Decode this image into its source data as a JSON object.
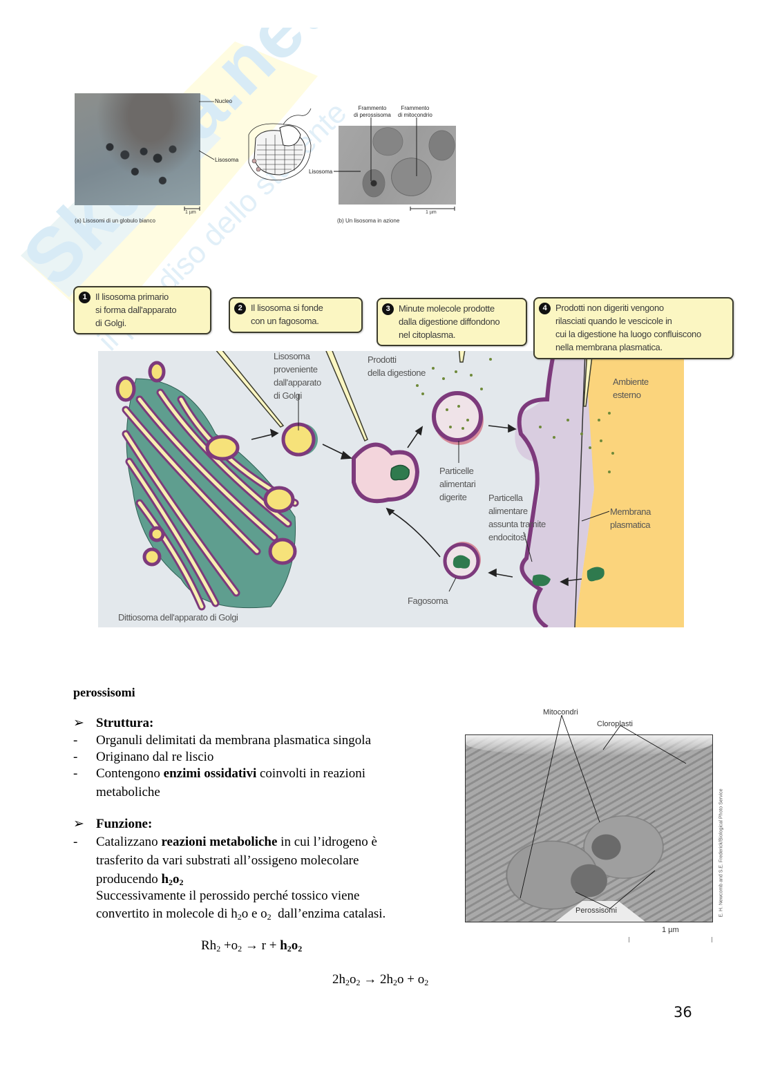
{
  "watermark": {
    "brand": "Skuola.net",
    "tagline": "il paradiso dello studente"
  },
  "top_figures": {
    "figure_a": {
      "label_nucleo": "Nucleo",
      "label_lisosoma": "Lisosoma",
      "scale": "1 µm",
      "caption": "(a) Lisosomi di un globulo bianco"
    },
    "figure_b": {
      "label_frammento_perossisoma_1": "Frammento",
      "label_frammento_perossisoma_2": "di perossisoma",
      "label_frammento_mitocondrio_1": "Frammento",
      "label_frammento_mitocondrio_2": "di mitocondrio",
      "label_lisosoma": "Lisosoma",
      "scale": "1 µm",
      "caption": "(b) Un lisosoma in azione"
    }
  },
  "diagram": {
    "callouts": [
      {
        "number": "1",
        "lines": [
          "Il lisosoma primario",
          "si forma dall'apparato",
          "di Golgi."
        ]
      },
      {
        "number": "2",
        "lines": [
          "Il lisosoma si fonde",
          "con un fagosoma."
        ]
      },
      {
        "number": "3",
        "lines": [
          "Minute molecole prodotte",
          "dalla digestione diffondono",
          "nel citoplasma."
        ]
      },
      {
        "number": "4",
        "lines": [
          "Prodotti non digeriti vengono",
          "rilasciati quando le vescicole in",
          "cui la digestione ha luogo confluiscono",
          "nella membrana plasmatica."
        ]
      }
    ],
    "labels": {
      "lisosoma_golgi": [
        "Lisosoma",
        "proveniente",
        "dall'apparato",
        "di Golgi"
      ],
      "prodotti_digestione": [
        "Prodotti",
        "della digestione"
      ],
      "ambiente_esterno": [
        "Ambiente",
        "esterno"
      ],
      "particelle_digerite": [
        "Particelle",
        "alimentari",
        "digerite"
      ],
      "particella_endocitosi": [
        "Particella",
        "alimentare",
        "assunta tramite",
        "endocitosi"
      ],
      "membrana_plasmatica": [
        "Membrana",
        "plasmatica"
      ],
      "fagosoma": "Fagosoma",
      "dittiosoma": "Dittiosoma dell'apparato di Golgi"
    },
    "colors": {
      "background": "#e3e8ec",
      "membrane": "#7d3a7c",
      "lumen_yellow": "#f6e27a",
      "golgi_green": "#5f9e8f",
      "particle_green": "#2f7a4e",
      "plasma_membrane": "#d9cde0",
      "external": "#fbd47c",
      "callout_fill": "#fbf6c2"
    }
  },
  "section": {
    "title": "perossisomi",
    "struttura": {
      "heading": "Struttura:",
      "items": [
        {
          "text": "Organuli delimitati da membrana plasmatica singola"
        },
        {
          "text": "Originano dal re liscio"
        },
        {
          "before": "Contengono ",
          "bold": "enzimi ossidativi",
          "after": " coinvolti in reazioni",
          "line2": "metaboliche"
        }
      ]
    },
    "funzione": {
      "heading": "Funzione:",
      "line1_before": "Catalizzano ",
      "line1_bold": "reazioni metaboliche",
      "line1_after": " in cui l’idrogeno è",
      "line2": "trasferito da vari substrati all’ossigeno molecolare",
      "line3_before": "producendo ",
      "line4": "Successivamente il perossido perché tossico viene",
      "line5_a": "convertito in molecole di h",
      "line5_b": "o e o",
      "line5_c": "  dall’enzima catalasi."
    },
    "equation1": {
      "a": "Rh",
      "b": " +o",
      "arrow": " → ",
      "c": "r + "
    },
    "equation2": {
      "a": "2h",
      "b": "o",
      "arrow": " → ",
      "c": "2h",
      "d": "o + o"
    },
    "subscript": "2",
    "h2o2_h": "h",
    "h2o2_o": "o"
  },
  "right_figure": {
    "label_mitocondri": "Mitocondri",
    "label_cloroplasti": "Cloroplasti",
    "label_perossisomi": "Perossisomi",
    "scale": "1 µm",
    "credit": "E. H. Newcomb and S.E. Frederick/Biological Photo Service"
  },
  "page": {
    "number": "36"
  }
}
